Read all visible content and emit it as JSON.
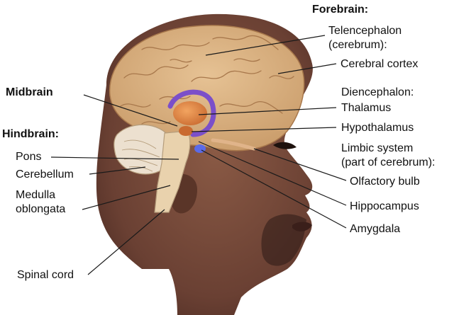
{
  "colors": {
    "skin": "#6e4536",
    "skin_dark": "#4a2a22",
    "brain": "#d9b283",
    "brain_dark": "#b8895a",
    "cerebellum": "#ece0cf",
    "brainstem": "#e9d2ad",
    "thalamus": "#e08a4a",
    "limbic": "#7b4fc9",
    "olfactory": "#e0b48a",
    "leader": "#1a1a1a"
  },
  "groups": {
    "forebrain": "Forebrain:",
    "midbrain": "Midbrain",
    "hindbrain": "Hindbrain:"
  },
  "labels": {
    "telencephalon_1": "Telencephalon",
    "telencephalon_2": "(cerebrum):",
    "cerebral_cortex": "Cerebral cortex",
    "diencephalon": "Diencephalon:",
    "thalamus": "Thalamus",
    "hypothalamus": "Hypothalamus",
    "limbic_1": "Limbic system",
    "limbic_2": "(part of cerebrum):",
    "olfactory_bulb": "Olfactory bulb",
    "hippocampus": "Hippocampus",
    "amygdala": "Amygdala",
    "pons": "Pons",
    "cerebellum": "Cerebellum",
    "medulla_1": "Medulla",
    "medulla_2": "oblongata",
    "spinal_cord": "Spinal cord"
  }
}
